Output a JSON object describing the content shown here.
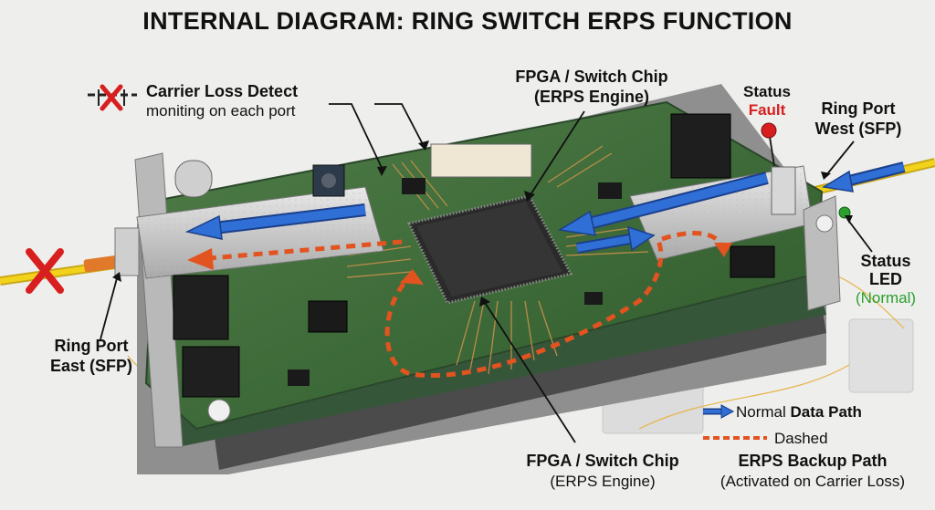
{
  "title": "INTERNAL DIAGRAM: RING SWITCH ERPS FUNCTION",
  "callouts": {
    "carrier_loss_title": "Carrier Loss Detect",
    "carrier_loss_sub": "moniting on each port",
    "fpga_top_line1": "FPGA / Switch Chip",
    "fpga_top_line2": "(ERPS Engine)",
    "status_top_label": "Status",
    "status_top_value": "Fault",
    "ring_west_line1": "Ring Port",
    "ring_west_line2": "West (SFP)",
    "ring_east_line1": "Ring Port",
    "ring_east_line2": "East (SFP)",
    "status_led_line1": "Status",
    "status_led_line2": "LED",
    "status_led_value": "(Normal)",
    "fpga_bottom_line1": "FPGA / Switch Chip",
    "fpga_bottom_line2": "(ERPS Engine)"
  },
  "legend": {
    "normal_prefix": "Normal",
    "normal_bold": "Data Path",
    "dashed_label": "Dashed",
    "backup_title": "ERPS Backup Path",
    "backup_sub": "(Activated on Carrier Loss)"
  },
  "colors": {
    "normal_path": "#2f6fd6",
    "backup_path": "#e2531f",
    "fault": "#d71f1f",
    "normal_led": "#2aa12e",
    "pcb": "#3d6b3a",
    "fiber": "#f2d21b"
  }
}
